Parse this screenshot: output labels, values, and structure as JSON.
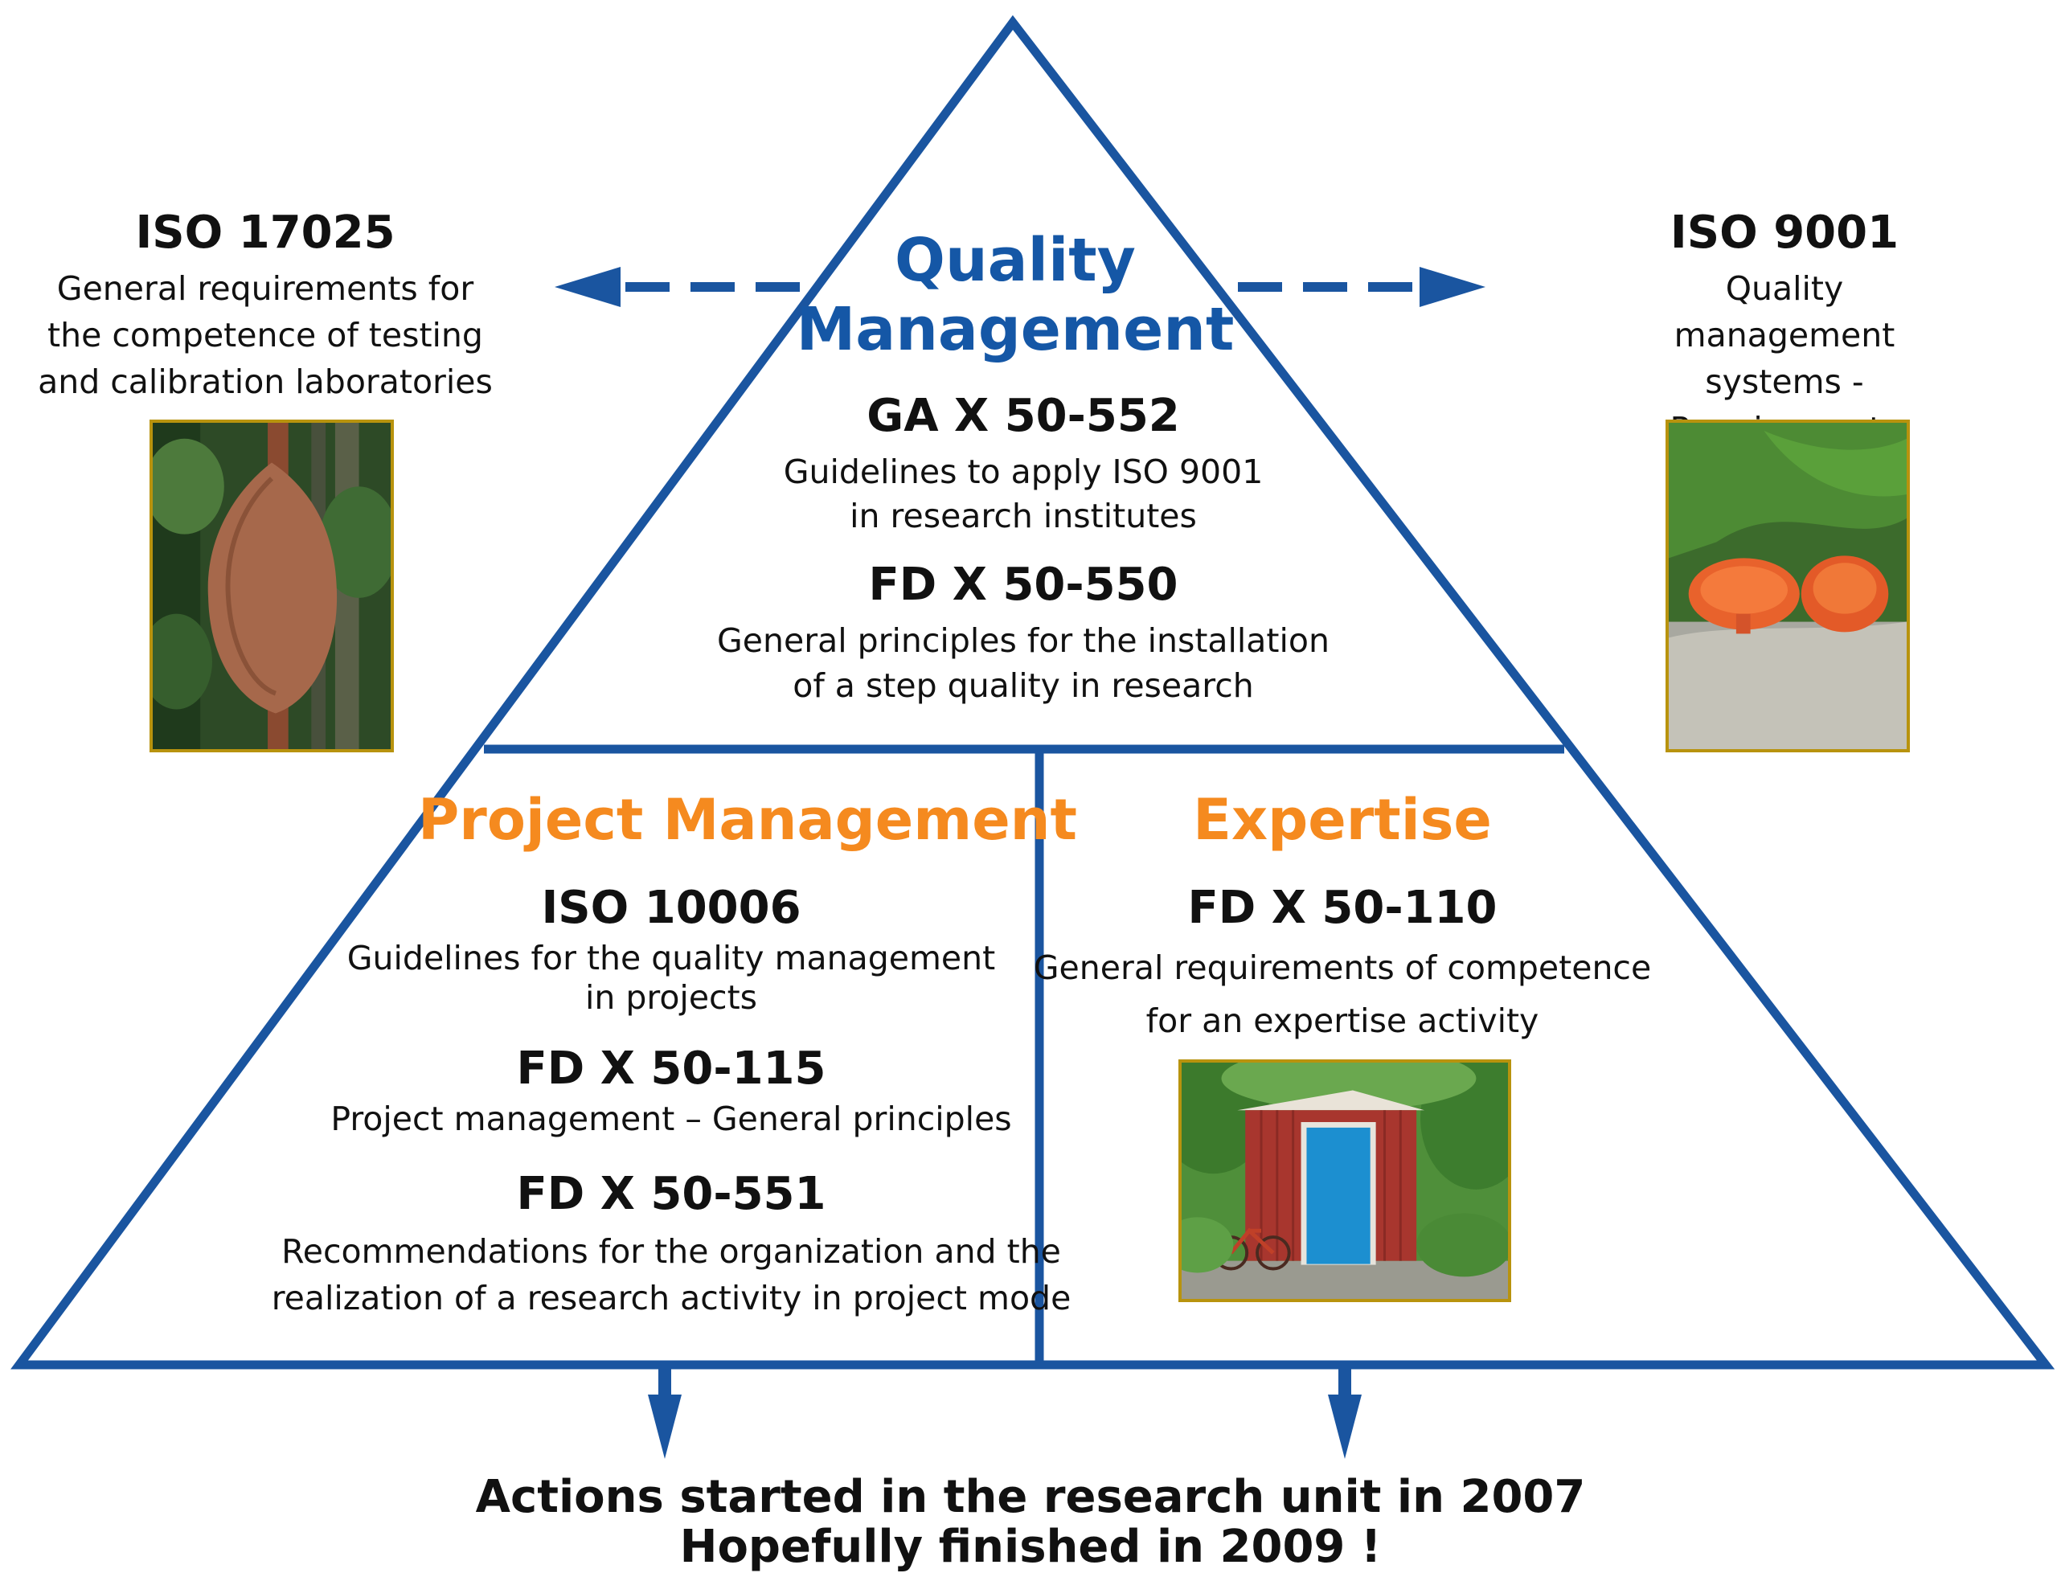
{
  "colors": {
    "outline_blue": "#1a55a0",
    "heading_blue": "#1557a6",
    "heading_orange": "#f58a1f",
    "photo_border": "#b8930e",
    "text": "#111111"
  },
  "top_section": {
    "heading": "Quality\nManagement",
    "standards": [
      {
        "code": "GA X 50-552",
        "description": "Guidelines to apply ISO 9001\nin research institutes"
      },
      {
        "code": "FD X 50-550",
        "description": "General principles for the installation\nof a step quality in research"
      }
    ]
  },
  "left_standard": {
    "code": "ISO 17025",
    "description": "General requirements for\nthe competence of testing\nand calibration laboratories",
    "photo": "tree-bark-photo"
  },
  "right_standard": {
    "code": "ISO 9001",
    "description": "Quality\nmanagement systems -\nRequirements",
    "photo": "orange-mushroom-photo"
  },
  "project_section": {
    "heading": "Project Management",
    "standards": [
      {
        "code": "ISO 10006",
        "description": "Guidelines for the quality management\nin projects"
      },
      {
        "code": "FD X 50-115",
        "description": "Project management – General principles"
      },
      {
        "code": "FD X 50-551",
        "description": "Recommendations for the organization and the\nrealization of a research activity in project mode"
      }
    ]
  },
  "expertise_section": {
    "heading": "Expertise",
    "standards": [
      {
        "code": "FD X 50-110",
        "description": "General requirements of competence\nfor an expertise activity"
      }
    ],
    "photo": "red-shed-photo"
  },
  "footer": {
    "line1": "Actions started in the research unit in 2007",
    "line2": "Hopefully finished in 2009 !"
  }
}
